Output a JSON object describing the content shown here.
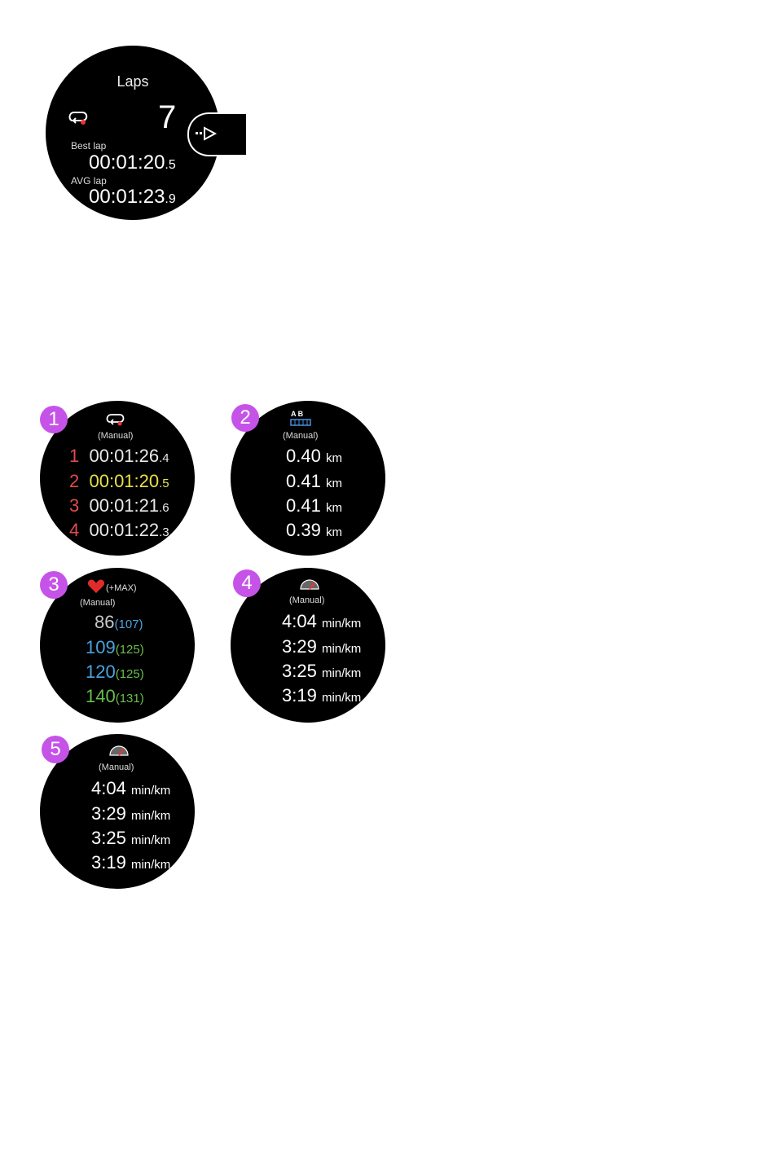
{
  "main_watch": {
    "title": "Laps",
    "lap_count": "7",
    "best_lap_label": "Best lap",
    "best_lap_main": "00:01:20",
    "best_lap_frac": ".5",
    "avg_lap_label": "AVG lap",
    "avg_lap_main": "00:01:23",
    "avg_lap_frac": ".9",
    "lap_icon": "lap-loop-icon",
    "next_icon": "next-arrow-icon"
  },
  "screens": [
    {
      "badge": "1",
      "icon": "lap-loop-icon",
      "mode": "(Manual)",
      "rows": [
        {
          "idx": "1",
          "main": "00:01:26",
          "frac": ".4",
          "color": "#e8e8e8"
        },
        {
          "idx": "2",
          "main": "00:01:20",
          "frac": ".5",
          "color": "#e8e04a"
        },
        {
          "idx": "3",
          "main": "00:01:21",
          "frac": ".6",
          "color": "#e8e8e8"
        },
        {
          "idx": "4",
          "main": "00:01:22",
          "frac": ".3",
          "color": "#e8e8e8"
        }
      ],
      "index_color": "#e14b4b"
    },
    {
      "badge": "2",
      "icon": "distance-ab-icon",
      "icon_text": "A  B",
      "mode": "(Manual)",
      "rows": [
        {
          "value": "0.40",
          "unit": "km"
        },
        {
          "value": "0.41",
          "unit": "km"
        },
        {
          "value": "0.41",
          "unit": "km"
        },
        {
          "value": "0.39",
          "unit": "km"
        }
      ]
    },
    {
      "badge": "3",
      "icon": "heart-icon",
      "icon_suffix": "(+MAX)",
      "mode": "(Manual)",
      "rows": [
        {
          "value": "86",
          "max": "(107)",
          "color": "#c8c8c8",
          "max_color": "#4aa3e0"
        },
        {
          "value": "109",
          "max": "(125)",
          "color": "#4aa3e0",
          "max_color": "#6abf4b"
        },
        {
          "value": "120",
          "max": "(125)",
          "color": "#4aa3e0",
          "max_color": "#6abf4b"
        },
        {
          "value": "140",
          "max": "(131)",
          "color": "#6abf4b",
          "max_color": "#6abf4b"
        }
      ]
    },
    {
      "badge": "4",
      "icon": "pace-gauge-icon",
      "mode": "(Manual)",
      "rows": [
        {
          "value": "4:04",
          "unit": "min/km"
        },
        {
          "value": "3:29",
          "unit": "min/km"
        },
        {
          "value": "3:25",
          "unit": "min/km"
        },
        {
          "value": "3:19",
          "unit": "min/km"
        }
      ]
    },
    {
      "badge": "5",
      "icon": "pace-gauge-icon",
      "mode": "(Manual)",
      "rows": [
        {
          "value": "4:04",
          "unit": "min/km"
        },
        {
          "value": "3:29",
          "unit": "min/km"
        },
        {
          "value": "3:25",
          "unit": "min/km"
        },
        {
          "value": "3:19",
          "unit": "min/km"
        }
      ]
    }
  ]
}
